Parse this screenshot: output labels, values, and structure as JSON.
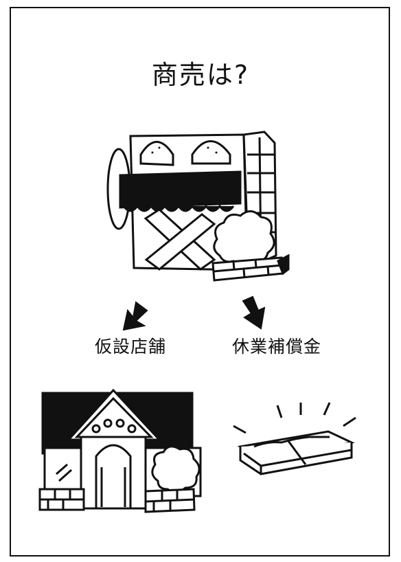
{
  "title": "商売は?",
  "options": [
    {
      "label": "仮設店舗"
    },
    {
      "label": "休業補償金"
    }
  ],
  "colors": {
    "ink": "#111111",
    "paper": "#ffffff"
  }
}
